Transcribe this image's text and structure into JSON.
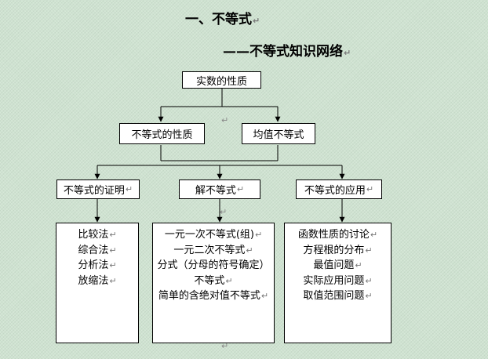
{
  "heading": {
    "main": "一、不等式",
    "sub": "——不等式知识网络",
    "para_mark": "↵"
  },
  "nodes": {
    "root": "实数的性质",
    "l2_left": "不等式的性质",
    "l2_right": "均值不等式",
    "l3_proof": "不等式的证明",
    "l3_solve": "解不等式",
    "l3_apply": "不等式的应用"
  },
  "lists": {
    "proof": [
      "比较法",
      "综合法",
      "分析法",
      "放缩法"
    ],
    "solve": [
      "一元一次不等式(组)",
      "一元二次不等式",
      "分式（分母的符号确定）",
      "不等式",
      "简单的含绝对值不等式"
    ],
    "apply": [
      "函数性质的讨论",
      "方程根的分布",
      "最值问题",
      "实际应用问题",
      "取值范围问题"
    ]
  }
}
